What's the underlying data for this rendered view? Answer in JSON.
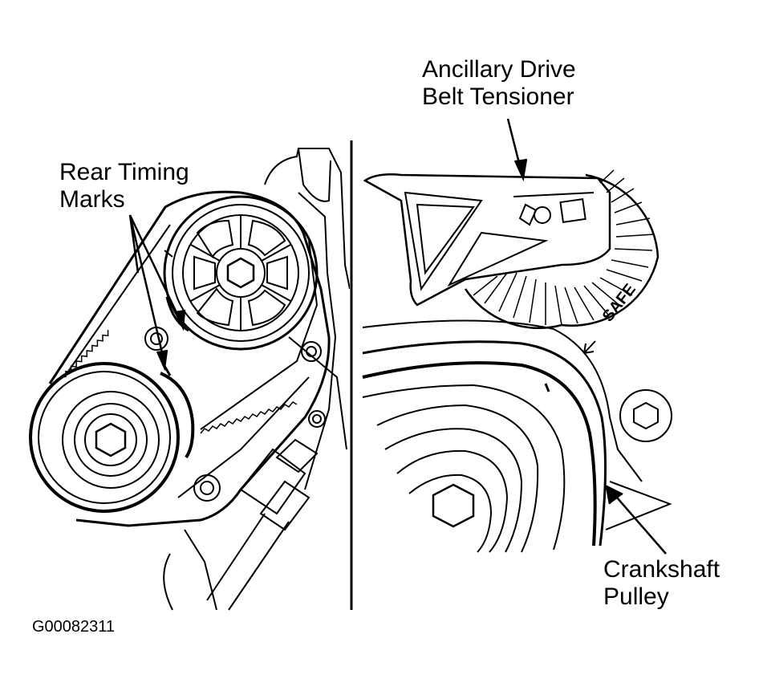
{
  "labels": {
    "rear_timing_marks": [
      "Rear Timing",
      "Marks"
    ],
    "ancillary_drive_belt_tensioner": [
      "Ancillary Drive",
      "Belt Tensioner"
    ],
    "crankshaft_pulley": [
      "Crankshaft",
      "Pulley"
    ],
    "safe_mark": "SAFE"
  },
  "figure_code": "G00082311",
  "colors": {
    "ink": "#000000",
    "background": "#ffffff"
  }
}
